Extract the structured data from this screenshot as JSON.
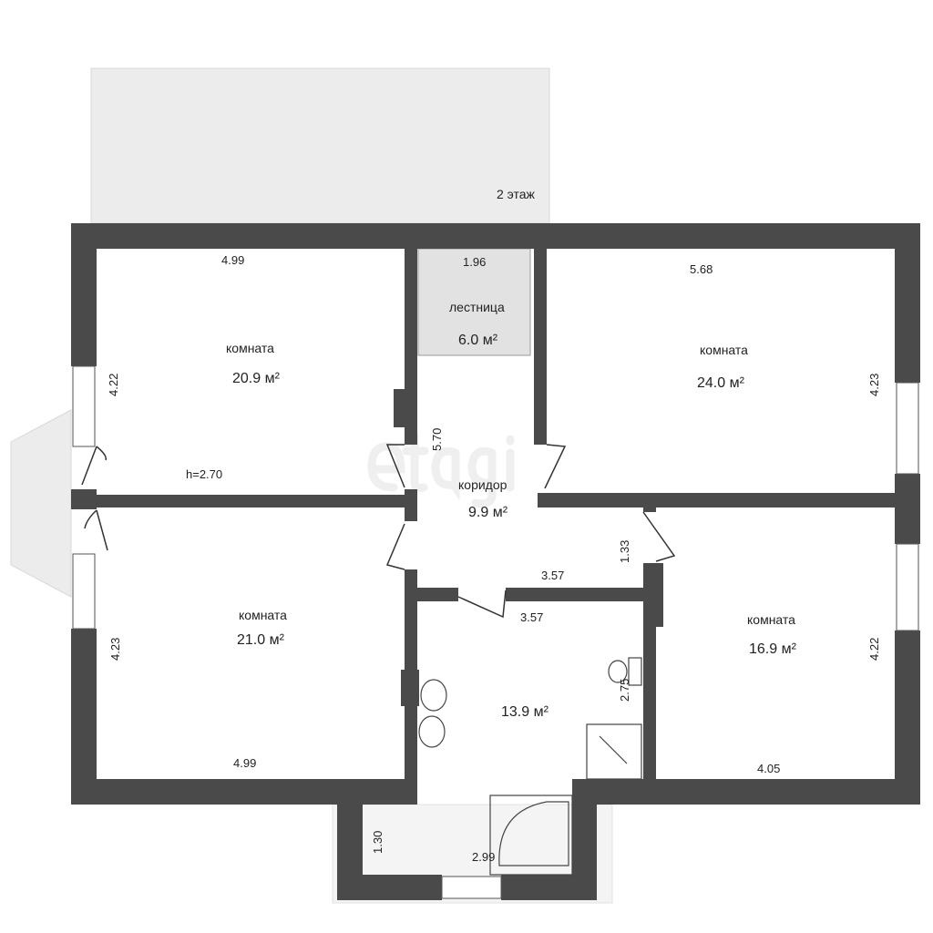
{
  "floor_label": "2 этаж",
  "watermark": "etagi",
  "colors": {
    "wall": "#4a4a4a",
    "stair": "#e2e2e2",
    "outside": "#ececec"
  },
  "rooms": [
    {
      "name": "комната",
      "area": "20.9 м²",
      "dims": [
        "4.99",
        "4.22"
      ],
      "height": "h=2.70"
    },
    {
      "name": "лестница",
      "area": "6.0 м²",
      "dims": [
        "1.96"
      ]
    },
    {
      "name": "комната",
      "area": "24.0 м²",
      "dims": [
        "5.68",
        "4.23"
      ]
    },
    {
      "name": "коридор",
      "area": "9.9 м²",
      "dims": [
        "5.70",
        "3.57",
        "1.33"
      ]
    },
    {
      "name": "комната",
      "area": "21.0 м²",
      "dims": [
        "4.99",
        "4.23"
      ]
    },
    {
      "name": "",
      "area": "13.9 м²",
      "dims": [
        "3.57",
        "2.75",
        "1.30",
        "2.99"
      ]
    },
    {
      "name": "комната",
      "area": "16.9 м²",
      "dims": [
        "4.05",
        "4.22"
      ]
    }
  ]
}
